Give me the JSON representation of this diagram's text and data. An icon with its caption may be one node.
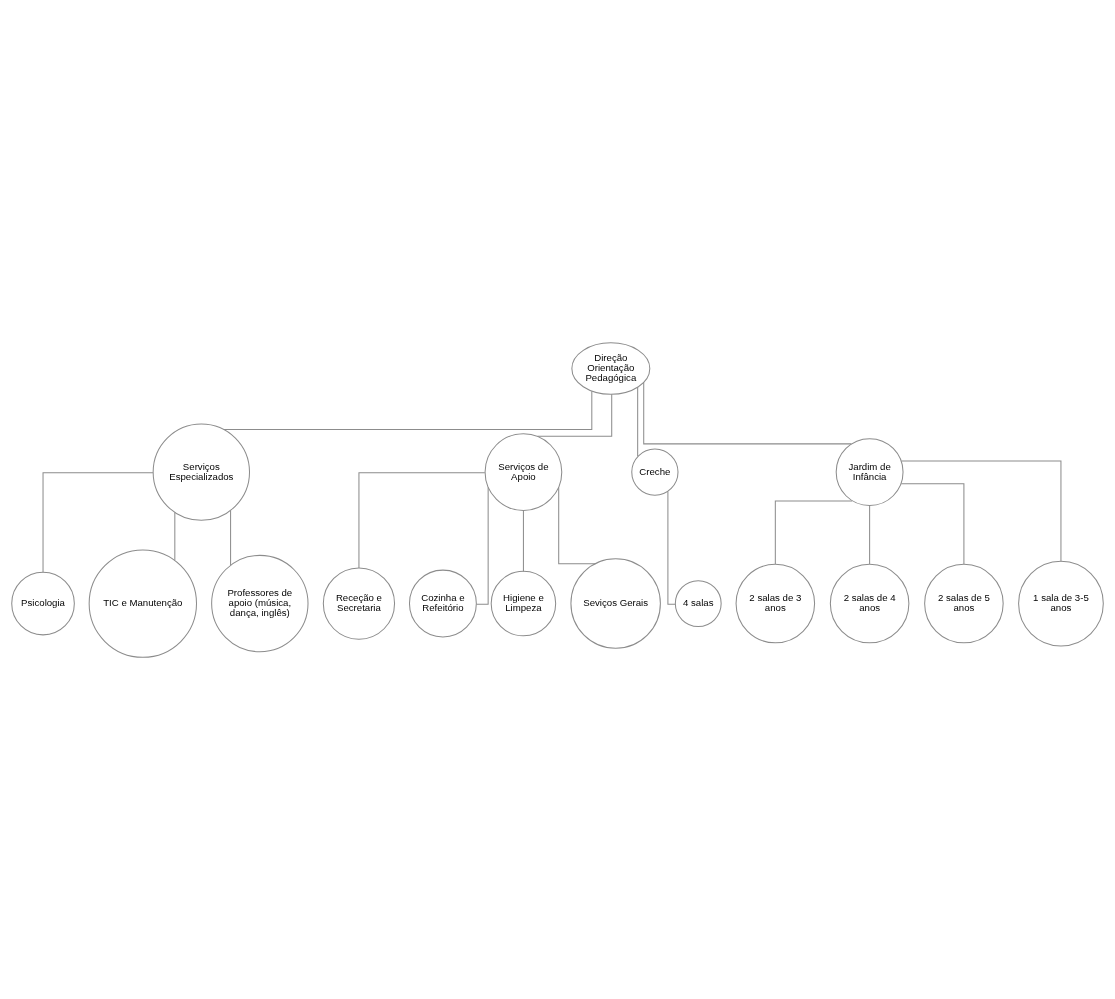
{
  "diagram": {
    "nodes": [
      {
        "text": [
          "Direção",
          "Orientação Pedagógica"
        ]
      },
      {
        "text": [
          "Serviços Especializados"
        ]
      },
      {
        "text": [
          "Serviços de Apoio"
        ]
      },
      {
        "text": [
          "Creche"
        ]
      },
      {
        "text": [
          "Jardim de Infância"
        ]
      },
      {
        "text": [
          "Psicologia"
        ]
      },
      {
        "text": [
          "TIC e Manutenção"
        ]
      },
      {
        "text": [
          "Professores de apoio (música, dança, inglês)"
        ]
      },
      {
        "text": [
          "Receção e Secretaria"
        ]
      },
      {
        "text": [
          "Cozinha e Refeitório"
        ]
      },
      {
        "text": [
          "Higiene e Limpeza"
        ]
      },
      {
        "text": [
          "Seviços Gerais"
        ]
      },
      {
        "text": [
          "4 salas"
        ]
      },
      {
        "text": [
          "2 salas de 3 anos"
        ]
      },
      {
        "text": [
          "2 salas de 4 anos"
        ]
      },
      {
        "text": [
          "2 salas de 5 anos"
        ]
      },
      {
        "text": [
          "1 sala de 3-5 anos"
        ]
      }
    ],
    "edges": [
      {
        "from": 0,
        "to": 1,
        "arrow": "none"
      },
      {
        "from": 0,
        "to": 2,
        "arrow": "none"
      },
      {
        "from": 0,
        "to": 3,
        "arrow": "none"
      },
      {
        "from": 0,
        "to": 4,
        "arrow": "none"
      },
      {
        "from": 1,
        "to": 5,
        "arrow": "none"
      },
      {
        "from": 1,
        "to": 6,
        "arrow": "none"
      },
      {
        "from": 1,
        "to": 7,
        "arrow": "none"
      },
      {
        "from": 2,
        "to": 8,
        "arrow": "none"
      },
      {
        "from": 2,
        "to": 9,
        "arrow": "none"
      },
      {
        "from": 2,
        "to": 10,
        "arrow": "none"
      },
      {
        "from": 2,
        "to": 11,
        "arrow": "none"
      },
      {
        "from": 3,
        "to": 12,
        "arrow": "none"
      },
      {
        "from": 4,
        "to": 13,
        "arrow": "none"
      },
      {
        "from": 4,
        "to": 14,
        "arrow": "none"
      },
      {
        "from": 4,
        "to": 15,
        "arrow": "none"
      },
      {
        "from": 4,
        "to": 16,
        "arrow": "none"
      }
    ]
  }
}
